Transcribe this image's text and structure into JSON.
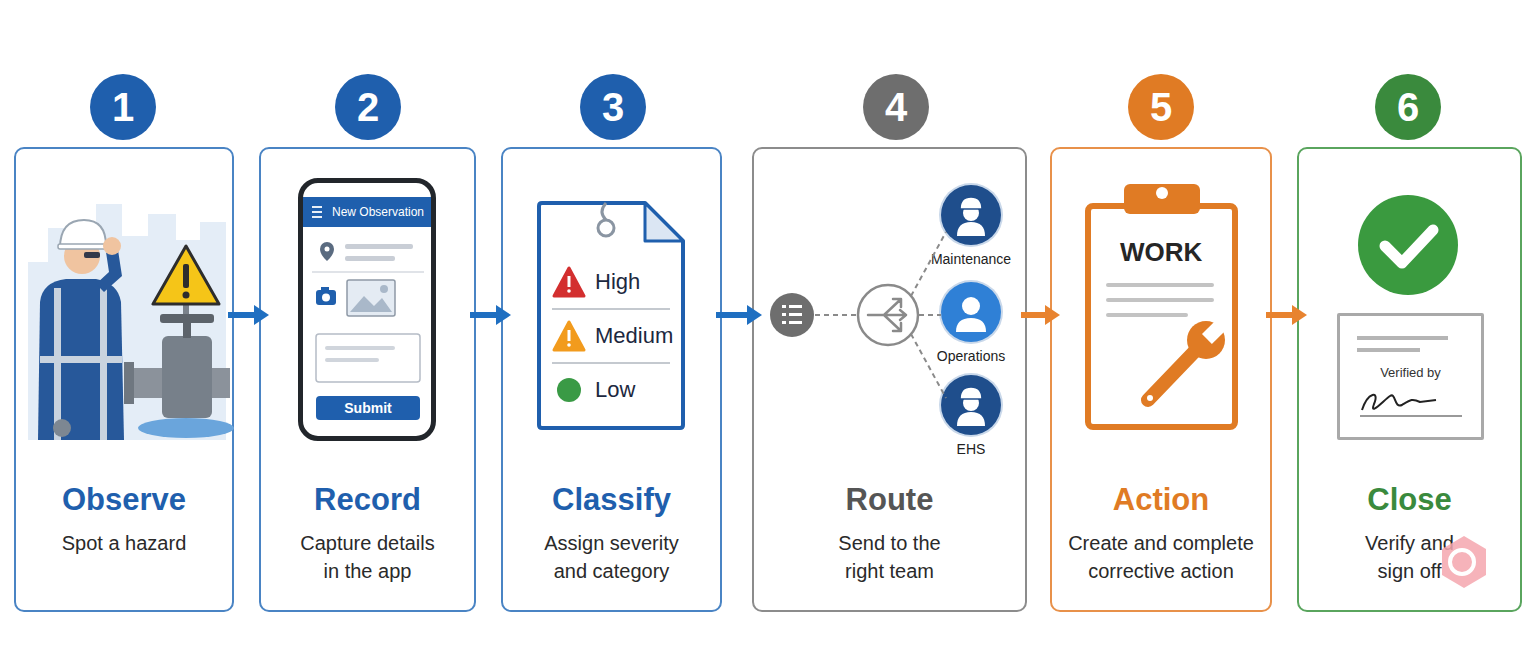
{
  "diagram": {
    "nodes": [
      {
        "text": [
          "1"
        ]
      },
      {
        "text": [
          "Observe",
          "Spot a hazard"
        ]
      },
      {
        "text": [
          "2"
        ]
      },
      {
        "text": [
          "Record",
          "Capture details in the app"
        ]
      },
      {
        "text": [
          "New Observation"
        ],
        "in": 3
      },
      {
        "text": [
          "Submit"
        ],
        "in": 4
      },
      {
        "text": [
          "3"
        ]
      },
      {
        "text": [
          "Classify",
          "Assign severity and category"
        ]
      },
      {
        "text": [
          "High",
          "Medium",
          "Low"
        ],
        "in": 7
      },
      {
        "text": [
          "4"
        ]
      },
      {
        "text": [
          "Route",
          "Send to the right team"
        ]
      },
      {
        "text": [
          "Maintenance"
        ],
        "in": 10
      },
      {
        "text": [
          "Operations"
        ],
        "in": 10
      },
      {
        "text": [
          "EHS"
        ],
        "in": 10
      },
      {
        "text": [
          "5"
        ]
      },
      {
        "text": [
          "Action",
          "Create and complete corrective action"
        ]
      },
      {
        "text": [
          "WORK"
        ],
        "in": 15
      },
      {
        "text": [
          "6"
        ]
      },
      {
        "text": [
          "Close",
          "Verify and sign off"
        ]
      },
      {
        "text": [
          "Verified by"
        ],
        "in": 18
      }
    ],
    "edges": [
      {
        "from": 1,
        "to": 3,
        "arrow": "to"
      },
      {
        "from": 3,
        "to": 7,
        "arrow": "to"
      },
      {
        "from": 7,
        "to": 10,
        "arrow": "to"
      },
      {
        "from": 10,
        "to": 15,
        "arrow": "to"
      },
      {
        "from": 15,
        "to": 18,
        "arrow": "to"
      }
    ]
  }
}
